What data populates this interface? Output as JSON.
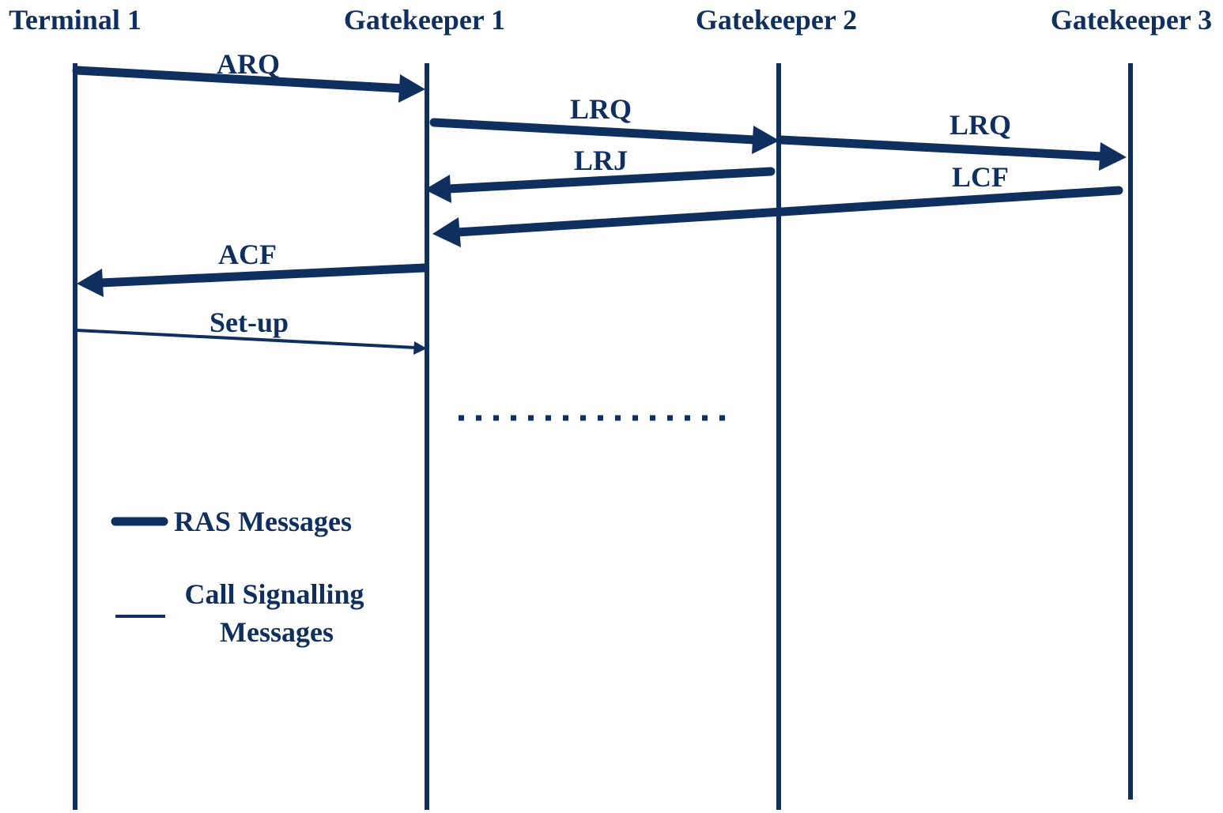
{
  "colors": {
    "ink": "#0f2f5f",
    "background": "#ffffff"
  },
  "participants": [
    {
      "id": "t1",
      "name": "Terminal 1"
    },
    {
      "id": "gk1",
      "name": "Gatekeeper 1"
    },
    {
      "id": "gk2",
      "name": "Gatekeeper 2"
    },
    {
      "id": "gk3",
      "name": "Gatekeeper 3"
    }
  ],
  "messages": [
    {
      "label": "ARQ",
      "from": "t1",
      "to": "gk1",
      "kind": "ras"
    },
    {
      "label": "LRQ",
      "from": "gk1",
      "to": "gk2",
      "kind": "ras"
    },
    {
      "label": "LRQ",
      "from": "gk2",
      "to": "gk3",
      "kind": "ras"
    },
    {
      "label": "LRJ",
      "from": "gk2",
      "to": "gk1",
      "kind": "ras"
    },
    {
      "label": "LCF",
      "from": "gk3",
      "to": "gk1",
      "kind": "ras"
    },
    {
      "label": "ACF",
      "from": "gk1",
      "to": "t1",
      "kind": "ras"
    },
    {
      "label": "Set-up",
      "from": "t1",
      "to": "gk1",
      "kind": "call"
    }
  ],
  "legend": {
    "ras_label": "RAS Messages",
    "call_label_line1": "Call Signalling",
    "call_label_line2": "Messages"
  }
}
